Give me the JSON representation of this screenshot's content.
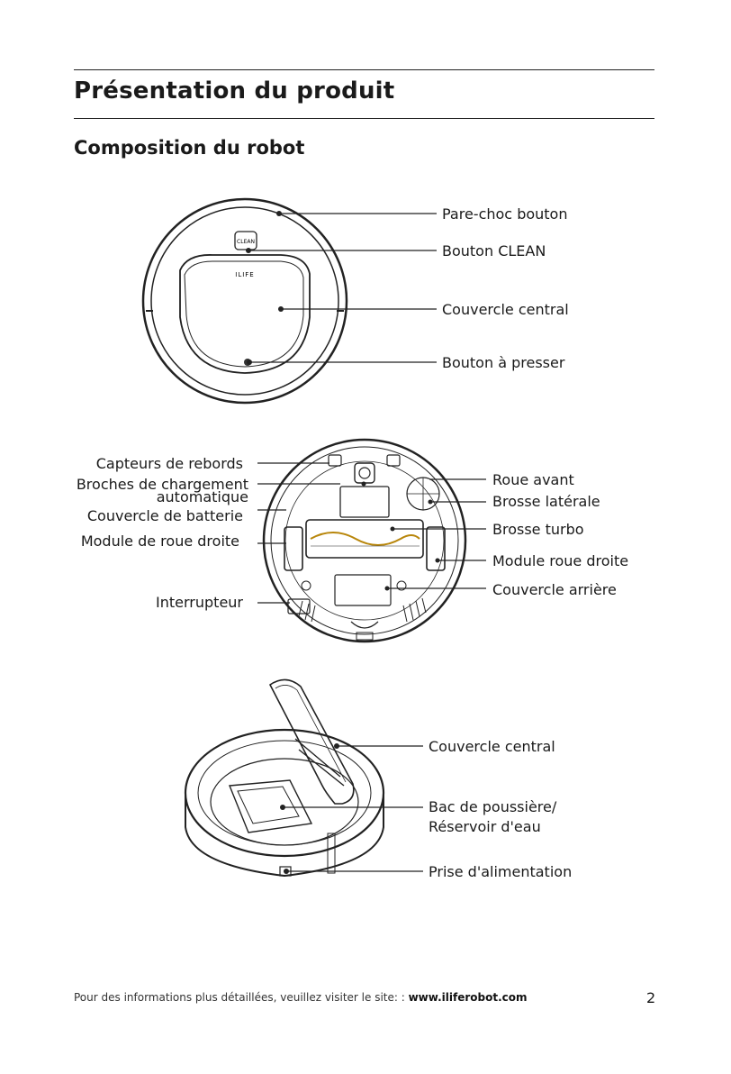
{
  "page": {
    "title": "Présentation du produit",
    "subtitle": "Composition du robot",
    "page_number": "2"
  },
  "footer": {
    "text": "Pour des informations plus détaillées, veuillez visiter le site: : ",
    "url": "www.iliferobot.com"
  },
  "figure_top": {
    "button_text": "CLEAN",
    "brand_text": "ILIFE",
    "labels": [
      "Pare-choc bouton",
      "Bouton CLEAN",
      "Couvercle central",
      "Bouton à presser"
    ]
  },
  "figure_bottom_view": {
    "left_labels": [
      "Capteurs de rebords",
      "Broches de chargement",
      "automatique",
      "Couvercle de batterie",
      "Module de roue droite",
      "Interrupteur"
    ],
    "right_labels": [
      "Roue avant",
      "Brosse latérale",
      "Brosse turbo",
      "Module roue droite",
      "Couvercle arrière"
    ]
  },
  "figure_open_lid": {
    "labels": [
      "Couvercle central",
      "Bac de poussière/",
      "Réservoir d'eau",
      "Prise d'alimentation"
    ]
  }
}
